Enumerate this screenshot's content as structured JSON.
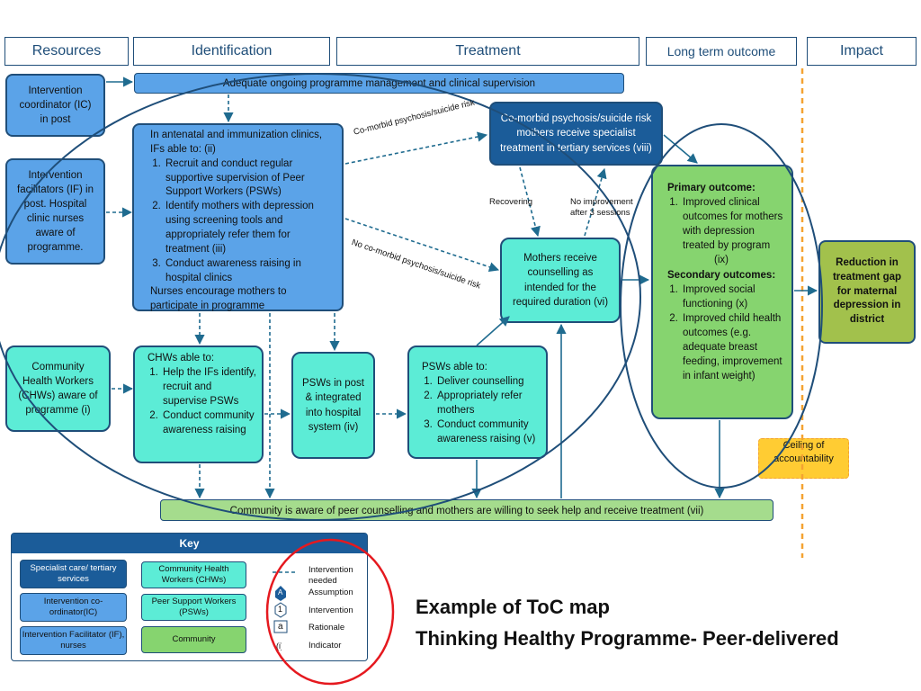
{
  "headers": {
    "resources": "Resources",
    "identification": "Identification",
    "treatment": "Treatment",
    "long_term": "Long term outcome",
    "impact": "Impact"
  },
  "management_bar": "Adequate ongoing programme management and clinical supervision",
  "community_bar": "Community is aware of peer counselling and mothers are willing to seek help and receive treatment (vii)",
  "resources": {
    "ic": "Intervention coordinator (IC) in post",
    "if": "Intervention facilitators (IF) in post. Hospital clinic nurses aware of programme.",
    "chw": "Community Health Workers (CHWs) aware of programme (i)"
  },
  "ifs_box": {
    "intro": "In antenatal and immunization clinics, IFs able to: (ii)",
    "items": [
      "Recruit and conduct regular supportive supervision of Peer Support Workers (PSWs)",
      "Identify mothers with depression using screening tools and appropriately refer them for treatment (iii)",
      "Conduct awareness raising in hospital clinics"
    ],
    "footer": "Nurses encourage mothers to participate in programme"
  },
  "chws_box": {
    "intro": "CHWs able to:",
    "items": [
      "Help the IFs identify, recruit and supervise PSWs",
      "Conduct community awareness raising"
    ]
  },
  "psw_post": "PSWs in post & integrated into hospital system (iv)",
  "psws_box": {
    "intro": "PSWs able to:",
    "items": [
      "Deliver counselling",
      "Appropriately refer mothers",
      "Conduct community awareness raising (v)"
    ]
  },
  "specialist_box": "Co-morbid psychosis/suicide risk mothers receive specialist treatment in tertiary services (viii)",
  "counselling_box": "Mothers receive counselling as intended for the required duration (vi)",
  "outcome_box": {
    "primary_heading": "Primary outcome:",
    "primary_items": [
      "Improved clinical outcomes for mothers with depression treated by program"
    ],
    "primary_suffix": "(ix)",
    "secondary_heading": "Secondary outcomes:",
    "secondary_items": [
      "Improved social functioning (x)",
      "Improved child health outcomes (e.g. adequate breast feeding, improvement in infant weight)"
    ]
  },
  "impact_box": "Reduction in treatment gap for maternal depression in district",
  "ceiling_box": "Ceiling of accountability",
  "arrow_labels": {
    "comorbid": "Co-morbid psychosis/suicide risk",
    "no_comorbid": "No co-morbid psychosis/suicide risk",
    "recovering": "Recovering",
    "no_improvement": "No improvement after 3 sessions"
  },
  "key": {
    "title": "Key",
    "specialist": "Specialist care/ tertiary services",
    "ic": "Intervention co-ordinator(IC)",
    "if": "Intervention Facilitator (IF), nurses",
    "chw": "Community Health Workers (CHWs)",
    "psw": "Peer Support Workers (PSWs)",
    "community": "Community",
    "legend_intervention_needed": "Intervention needed",
    "legend_assumption": "Assumption",
    "legend_intervention": "Intervention",
    "legend_rationale": "Rationale",
    "legend_indicator": "Indicator",
    "sym_a_upper": "A",
    "sym_1": "1",
    "sym_a_lower": "a",
    "sym_i": "(i)"
  },
  "caption": {
    "line1": "Example of ToC map",
    "line2": "Thinking Healthy Programme- Peer-delivered"
  },
  "colors": {
    "dark_blue": "#1f4e79",
    "specialist": "#1b5c99",
    "mid_blue": "#5ba3e8",
    "mint": "#5cecd6",
    "green": "#86d46f",
    "impact_green": "#a2c14c",
    "ceiling": "#ffcc33",
    "orange_dashed": "#f4a332",
    "red_circle": "#e5191f"
  }
}
